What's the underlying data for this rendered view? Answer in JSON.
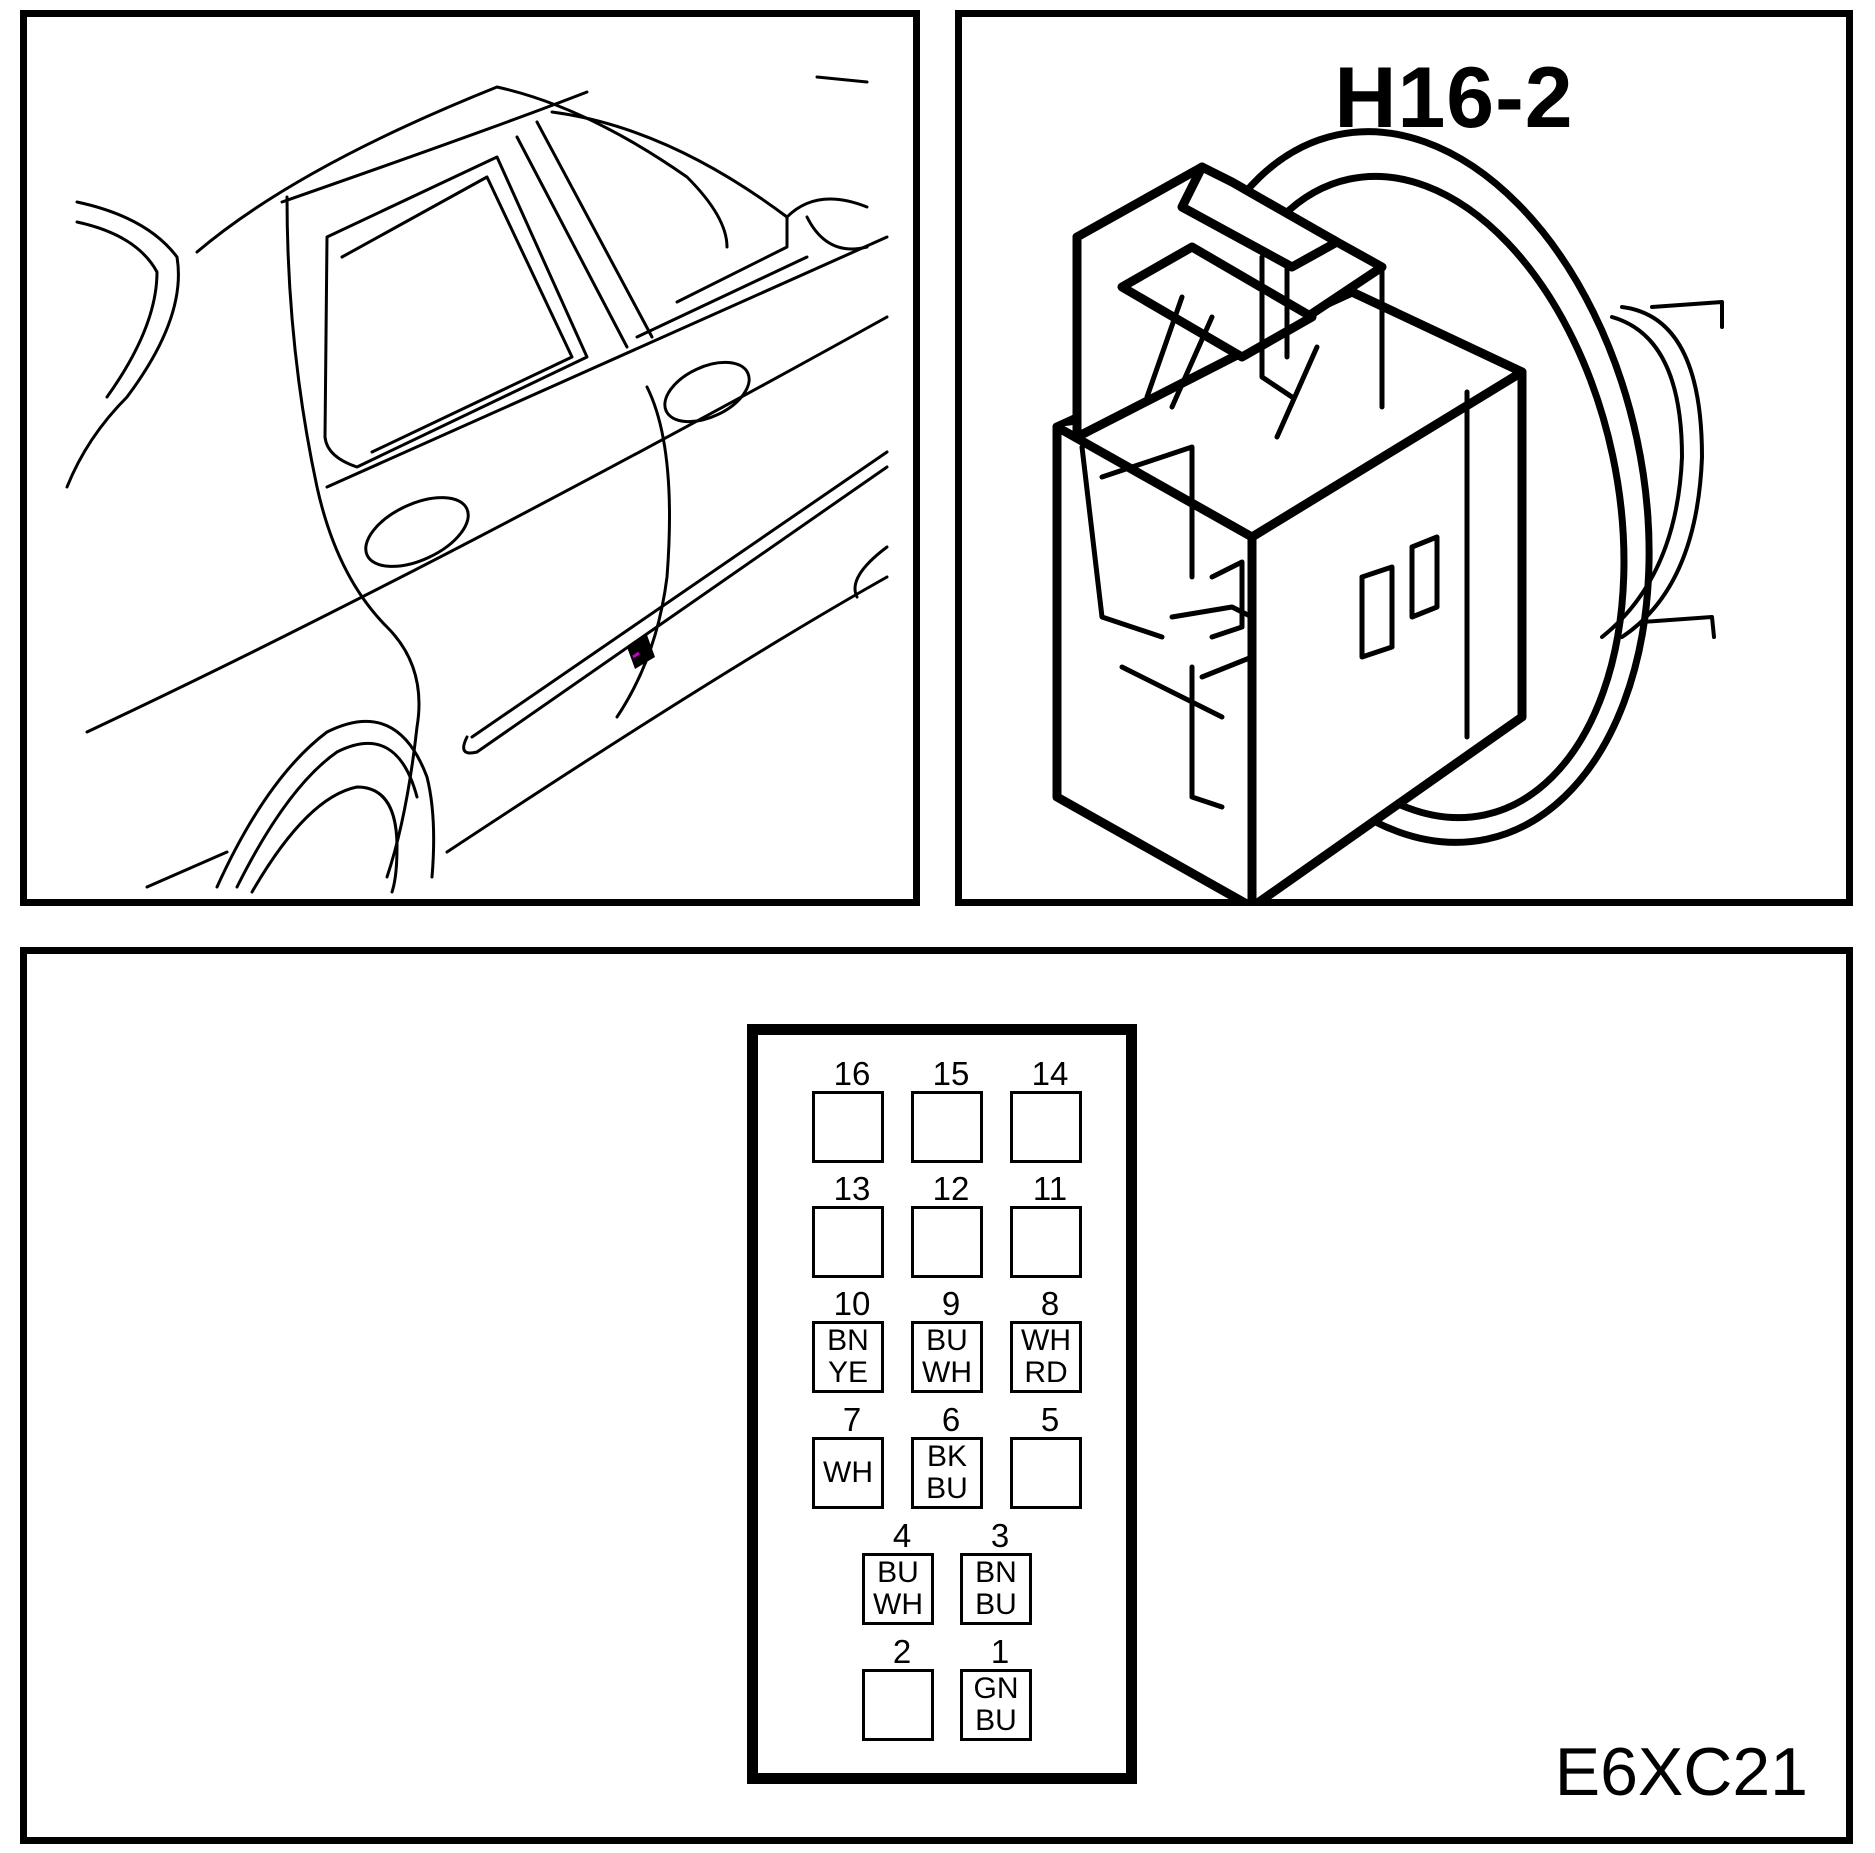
{
  "connector": {
    "title": "H16-2"
  },
  "diagram_code": "E6XC21",
  "pins": [
    {
      "number": "16",
      "wire": []
    },
    {
      "number": "15",
      "wire": []
    },
    {
      "number": "14",
      "wire": []
    },
    {
      "number": "13",
      "wire": []
    },
    {
      "number": "12",
      "wire": []
    },
    {
      "number": "11",
      "wire": []
    },
    {
      "number": "10",
      "wire": [
        "BN",
        "YE"
      ]
    },
    {
      "number": "9",
      "wire": [
        "BU",
        "WH"
      ]
    },
    {
      "number": "8",
      "wire": [
        "WH",
        "RD"
      ]
    },
    {
      "number": "7",
      "wire": [
        "WH"
      ]
    },
    {
      "number": "6",
      "wire": [
        "BK",
        "BU"
      ]
    },
    {
      "number": "5",
      "wire": []
    },
    {
      "number": "4",
      "wire": [
        "BU",
        "WH"
      ]
    },
    {
      "number": "3",
      "wire": [
        "BN",
        "BU"
      ]
    },
    {
      "number": "2",
      "wire": []
    },
    {
      "number": "1",
      "wire": [
        "GN",
        "BU"
      ]
    }
  ],
  "colors": {
    "line": "#000000",
    "background": "#ffffff",
    "location_marker": "#cc00cc"
  },
  "icons": {
    "vehicle": "rear-door-car-icon",
    "connector": "connector-3d-icon",
    "location": "connector-location-icon"
  }
}
